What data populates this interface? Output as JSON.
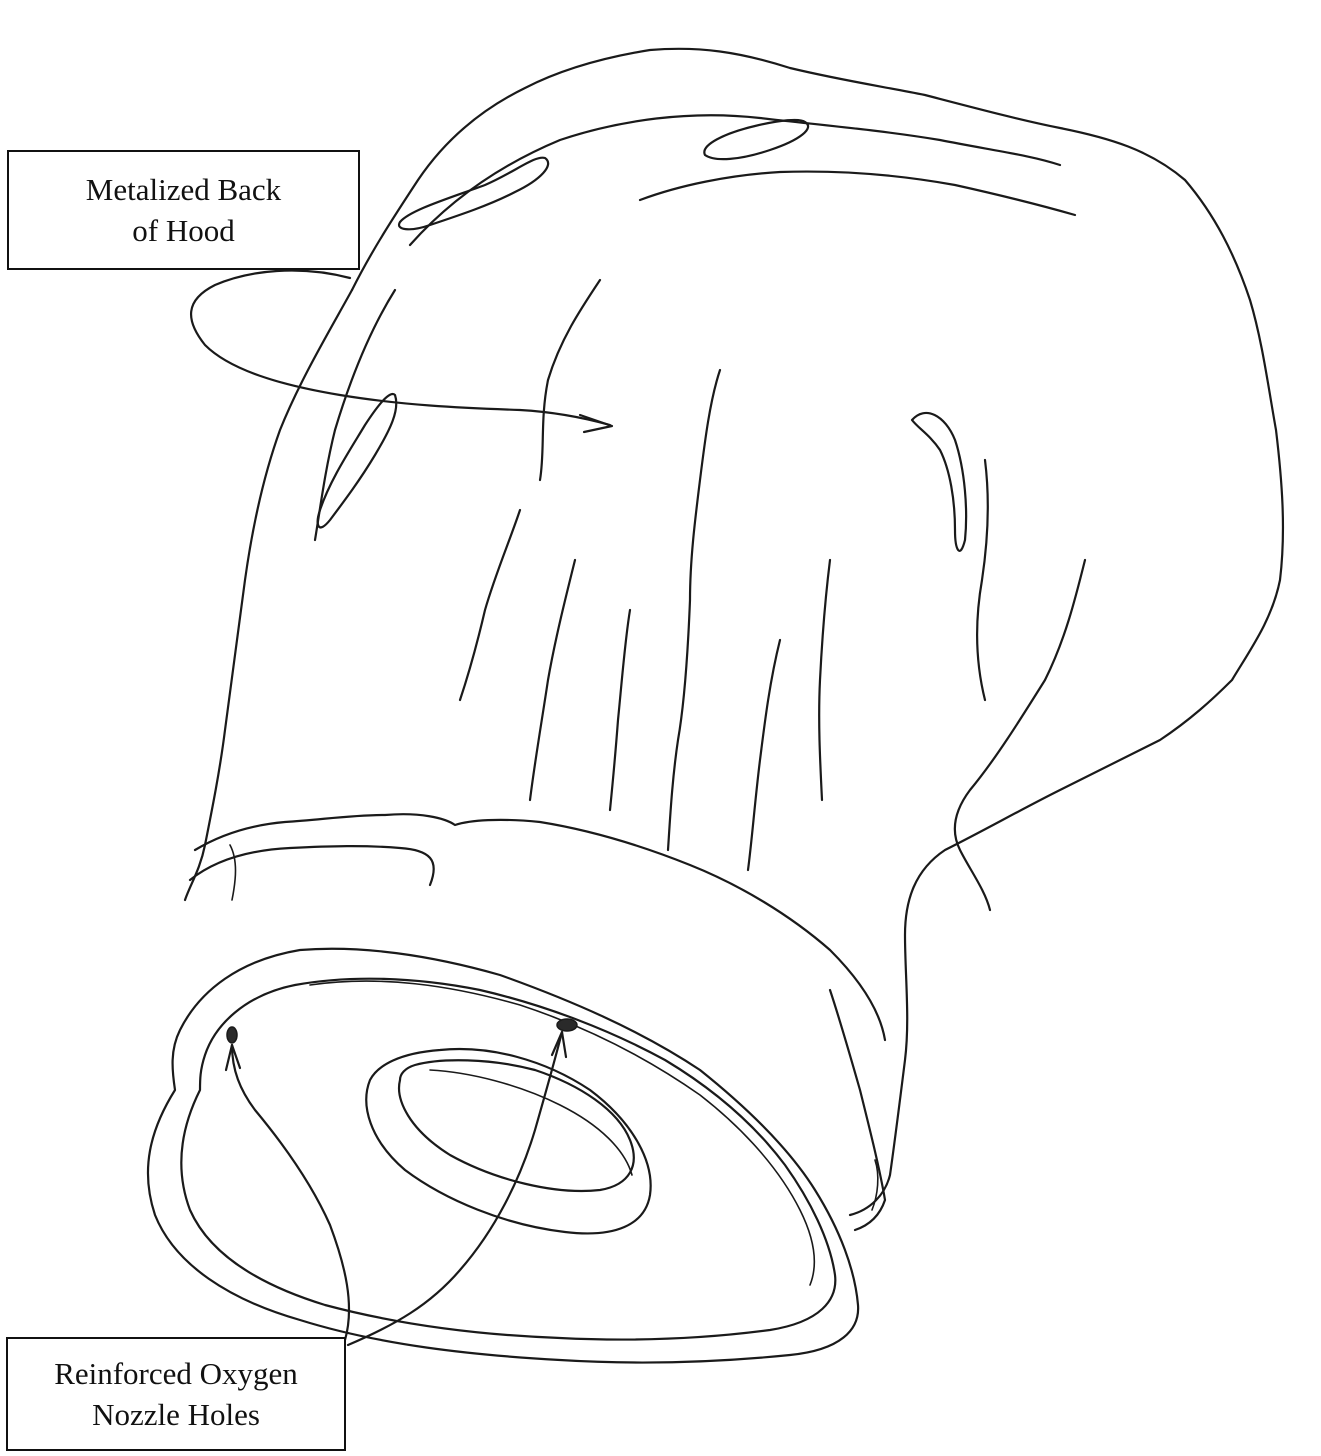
{
  "labels": {
    "metalized_back": [
      "Metalized Back",
      "of Hood"
    ],
    "oxygen_nozzles": [
      "Reinforced Oxygen",
      "Nozzle Holes"
    ]
  },
  "colors": {
    "ink": "#1a1a1a",
    "background": "#ffffff"
  }
}
